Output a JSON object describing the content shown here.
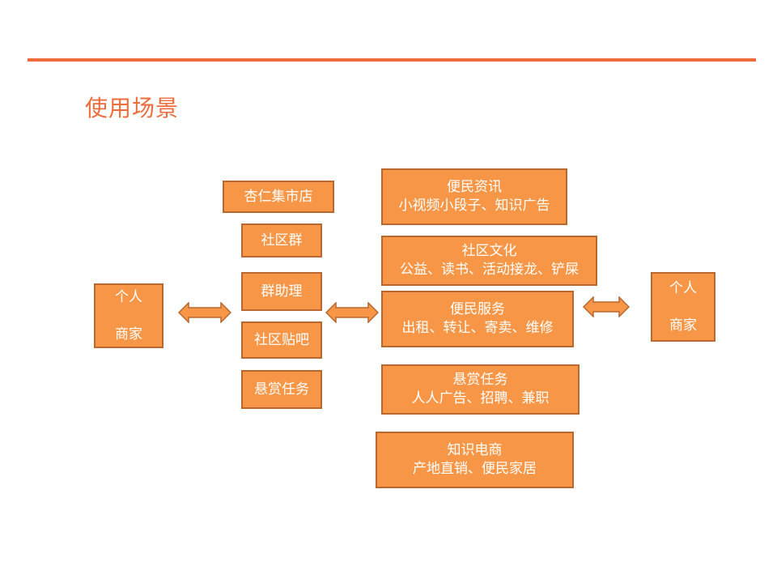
{
  "title": "使用场景",
  "left_party": {
    "line1": "个人",
    "line2": "商家"
  },
  "right_party": {
    "line1": "个人",
    "line2": "商家"
  },
  "channels": [
    "杏仁集市店",
    "社区群",
    "群助理",
    "社区贴吧",
    "悬赏任务"
  ],
  "services": [
    {
      "title": "便民资讯",
      "detail": "小视频小段子、知识广告"
    },
    {
      "title": "社区文化",
      "detail": "公益、读书、活动接龙、铲屎"
    },
    {
      "title": "便民服务",
      "detail": "出租、转让、寄卖、维修"
    },
    {
      "title": "悬赏任务",
      "detail": "人人广告、招聘、兼职"
    },
    {
      "title": "知识电商",
      "detail": "产地直销、便民家居"
    }
  ],
  "colors": {
    "accent": "#ee6b3b",
    "box_fill": "#f79646",
    "box_border": "#b8672f",
    "text": "#ffffff"
  }
}
